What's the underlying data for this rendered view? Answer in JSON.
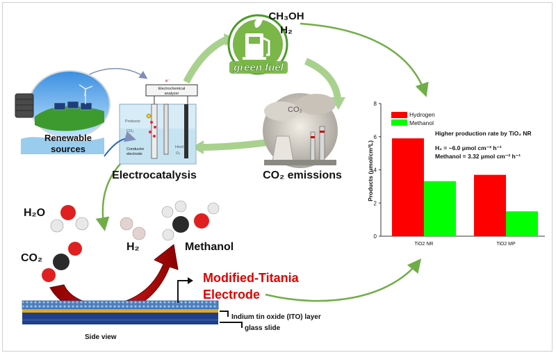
{
  "top_products": {
    "line1": "CH₃OH",
    "line2": "H₂"
  },
  "green_fuel_label": "green fuel",
  "renewable_label": "Renewable sources",
  "renewable_line1": "Renewable",
  "renewable_line2": "sources",
  "electrocatalysis_label": "Electrocatalysis",
  "co2_emissions_label": "CO₂ emissions",
  "cell": {
    "analyzer_line1": "Electrochemical",
    "analyzer_line2": "analyzer",
    "electron_label": "e⁻",
    "products_label": "Products",
    "co2_label": "CO₂",
    "conductor_line1": "Conductor",
    "conductor_line2": "electrode",
    "hred_label": "Hred",
    "o2_label": "O₂"
  },
  "factory_co2_label": "CO₂",
  "molecules": {
    "h2o": "H₂O",
    "co2": "CO₂",
    "h2": "H₂",
    "methanol": "Methanol"
  },
  "electrode": {
    "title_line1": "Modified-Titania",
    "title_line2": "Electrode",
    "ito_label": "Indium tin oxide (ITO) layer",
    "glass_label": "glass slide",
    "side_view_label": "Side view"
  },
  "colors": {
    "hydrogen": "#ff0000",
    "methanol": "#00ff00",
    "arrow_green": "#70ad47",
    "cycle_arrow": "#a9d18e",
    "electrode_title": "#e00000"
  },
  "chart_data": {
    "type": "bar",
    "categories": [
      "TiO2 NR",
      "TiO2 MP"
    ],
    "series": [
      {
        "name": "Hydrogen",
        "values": [
          5.9,
          3.7
        ]
      },
      {
        "name": "Methanol",
        "values": [
          3.32,
          1.5
        ]
      }
    ],
    "ylabel": "Products (μmol/cm²L)",
    "ylim": [
      0,
      8
    ],
    "yticks": [
      0,
      2,
      4,
      6,
      8
    ],
    "legend": "top-left",
    "annotation_title": "Higher production rate by TiO₂ NR",
    "annotation_h2": "H₂ = ~6.0 μmol cm⁻² h⁻¹",
    "annotation_methanol": "Methanol = 3.32 μmol cm⁻² h⁻¹"
  }
}
